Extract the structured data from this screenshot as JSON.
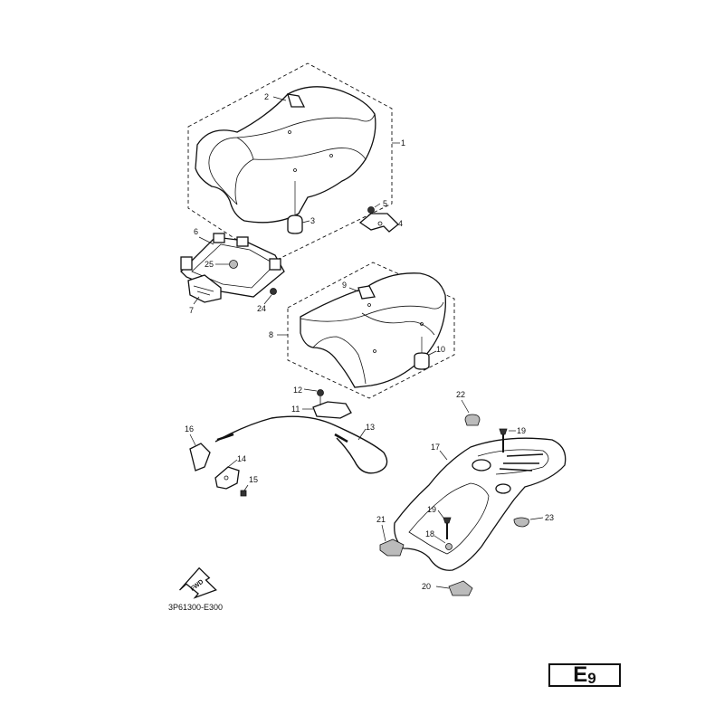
{
  "callouts": {
    "c1": "1",
    "c2": "2",
    "c3": "3",
    "c4": "4",
    "c5": "5",
    "c6": "6",
    "c7": "7",
    "c8": "8",
    "c9": "9",
    "c10": "10",
    "c11": "11",
    "c12": "12",
    "c13": "13",
    "c14": "14",
    "c15": "15",
    "c16": "16",
    "c17": "17",
    "c18": "18",
    "c19a": "19",
    "c19b": "19",
    "c20": "20",
    "c21": "21",
    "c22": "22",
    "c23": "23",
    "c24": "24",
    "c25": "25"
  },
  "fwd_label": "FWD",
  "diagram_code": "3P61300-E300",
  "page": {
    "letter": "E",
    "number": "9"
  }
}
